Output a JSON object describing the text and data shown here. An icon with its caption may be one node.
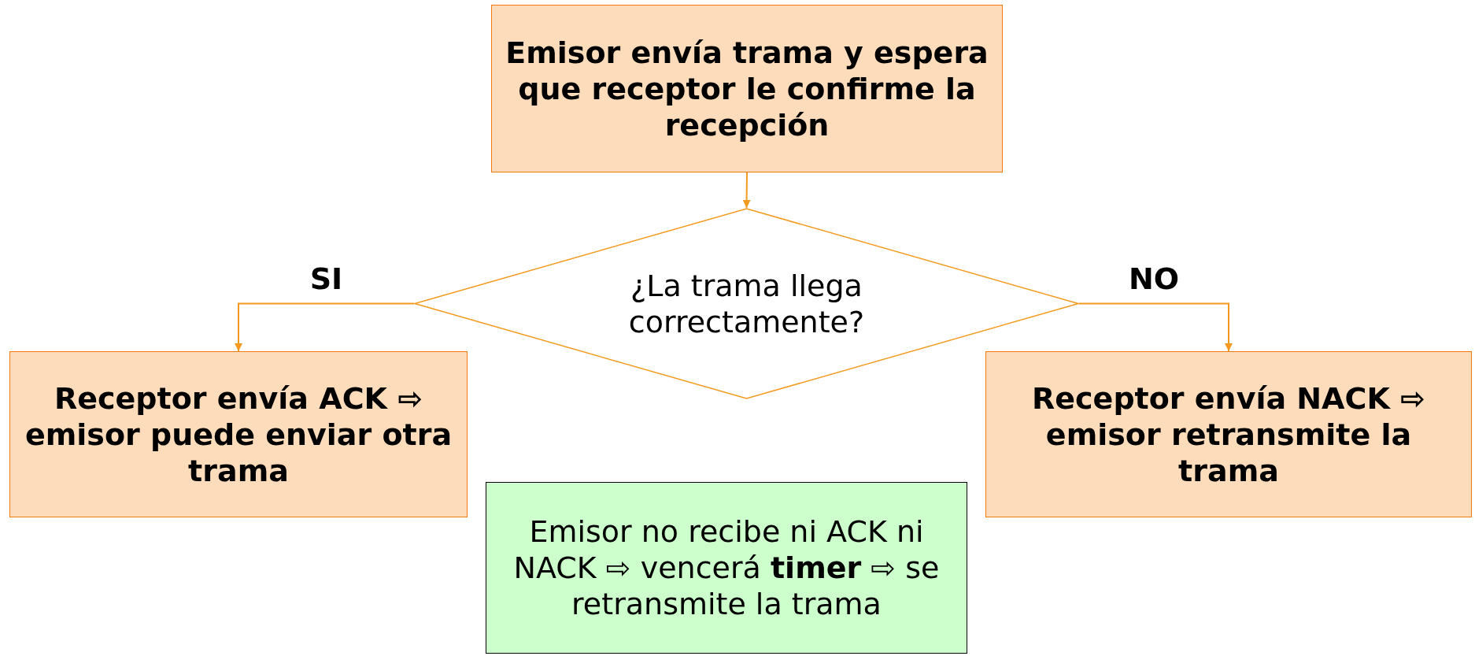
{
  "diagram": {
    "nodes": [
      {
        "text": [
          "Emisor envía trama y espera que receptor le confirme la recepción"
        ]
      },
      {
        "text": [
          "¿La trama llega correctamente?"
        ]
      },
      {
        "text": [
          "Receptor envía ACK ⇨ emisor puede enviar otra trama"
        ]
      },
      {
        "text": [
          "Receptor envía NACK ⇨ emisor retransmite la trama"
        ]
      },
      {
        "text": [
          "Emisor no recibe ni ACK ni NACK ⇨ vencerá **timer** ⇨ se retransmite la trama"
        ]
      }
    ],
    "edges": [
      {
        "from": 0,
        "to": 1,
        "arrow": "to"
      },
      {
        "from": 1,
        "to": 2,
        "arrow": "to",
        "label": "SI"
      },
      {
        "from": 1,
        "to": 3,
        "arrow": "to",
        "label": "NO"
      }
    ]
  }
}
